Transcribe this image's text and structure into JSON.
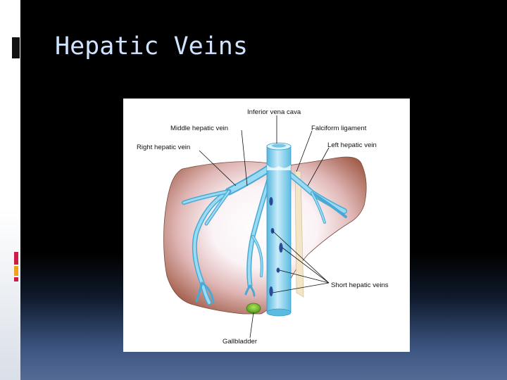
{
  "slide": {
    "title": "Hepatic Veins"
  },
  "diagram": {
    "labels": {
      "inferior_vena_cava": "Inferior vena cava",
      "middle_hepatic_vein": "Middle hepatic vein",
      "falciform_ligament": "Falciform ligament",
      "right_hepatic_vein": "Right hepatic vein",
      "left_hepatic_vein": "Left hepatic vein",
      "short_hepatic_veins": "Short hepatic veins",
      "gallbladder": "Gallbladder"
    }
  },
  "colors": {
    "liver": "#a4604e",
    "veins": "#8fd5f0",
    "title": "#cfe3ff",
    "accent_red": "#d01b45",
    "accent_orange": "#f0a21a"
  }
}
